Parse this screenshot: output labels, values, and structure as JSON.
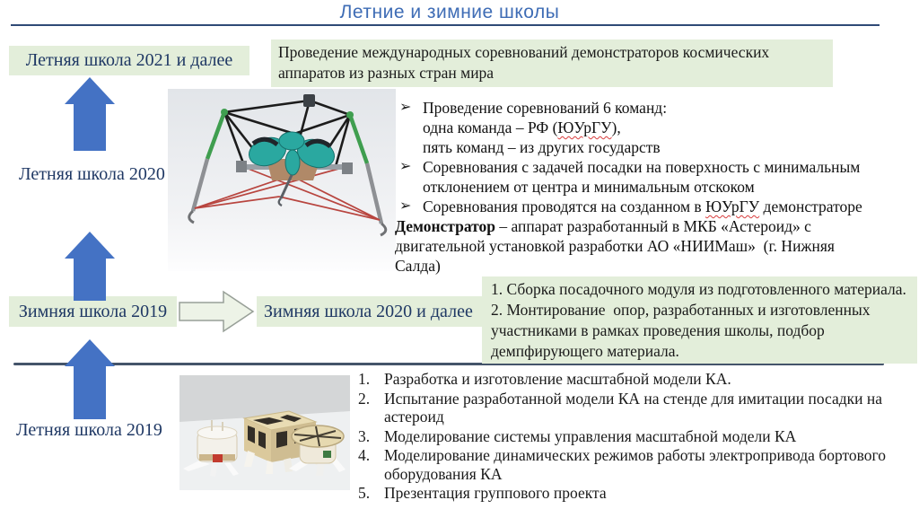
{
  "slide": {
    "title": "Летние и зимние школы"
  },
  "timeline": {
    "summer_2021_box": "Летняя школа 2021 и далее",
    "summer_2020_label": "Летняя школа 2020",
    "winter_2019_box": "Зимняя школа 2019",
    "winter_2020_box": "Зимняя школа 2020 и далее",
    "summer_2019_label": "Летняя школа 2019"
  },
  "intro_box": {
    "text": "Проведение международных соревнований демонстраторов космических аппаратов из разных стран мира"
  },
  "competition": {
    "marker": "➢",
    "bullet1_line1": "Проведение соревнований 6 команд:",
    "bullet1_line2_pre": "одна команда – РФ (",
    "bullet1_line2_word": "ЮУрГУ",
    "bullet1_line2_post": "),",
    "bullet1_line3": "пять команд – из других государств",
    "bullet2": "Соревнования с задачей посадки на поверхность с минимальным\nотклонением от центра и минимальным отскоком",
    "bullet3_pre": "Соревнования проводятся на созданном в ",
    "bullet3_word": "ЮУрГУ",
    "bullet3_post": " демонстраторе",
    "demo_term": "Демонстратор",
    "demo_rest": " – аппарат разработанный в МКБ «Астероид» с\nдвигательной установкой разработки АО «НИИМаш»  (г. Нижняя\nСалда)"
  },
  "winter_tasks": {
    "item1": "1. Сборка посадочного модуля из подготовленного материала.",
    "item2": "2. Монтирование  опор, разработанных и изготовленных участниками в рамках проведения школы, подбор демпфирующего материала."
  },
  "summer2019_tasks": {
    "items": [
      {
        "num": "1.",
        "text": "Разработка и изготовление масштабной модели КА."
      },
      {
        "num": "2.",
        "text": "Испытание разработанной модели КА на стенде для имитации посадки на астероид"
      },
      {
        "num": "3.",
        "text": "Моделирование системы управления масштабной модели КА"
      },
      {
        "num": "4.",
        "text": "Моделирование динамических режимов работы электропривода бортового оборудования КА"
      },
      {
        "num": "5.",
        "text": "Презентация группового проекта"
      }
    ]
  }
}
